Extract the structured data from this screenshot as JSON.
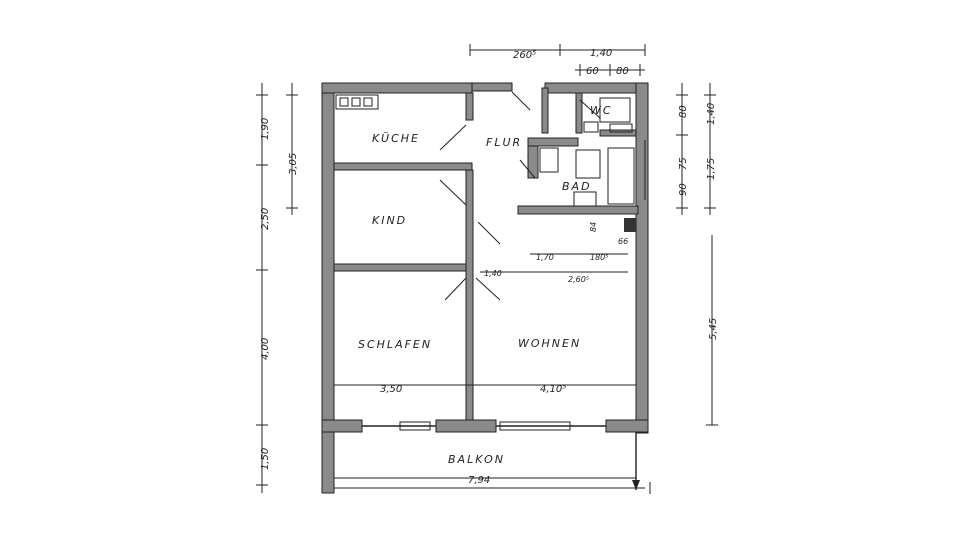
{
  "rooms": {
    "kueche": "KÜCHE",
    "flur": "FLUR",
    "wc": "WC",
    "bad": "BAD",
    "kind": "KIND",
    "schlafen": "SCHLAFEN",
    "wohnen": "WOHNEN",
    "balkon": "BALKON"
  },
  "dimensions": {
    "top_260": "260⁵",
    "top_140": "1,40",
    "top_60": "60",
    "top_80": "80",
    "left_190": "1,90",
    "left_305": "3,05",
    "left_250": "2,50",
    "left_400": "4,00",
    "left_150": "1,50",
    "right_80": "80",
    "right_140": "1,40",
    "right_90": "90",
    "right_75": "75",
    "right_175": "1,75",
    "right_545": "5,45",
    "inner_170": "1,70",
    "inner_180": "180⁵",
    "inner_140": "1,40",
    "inner_260": "2,60⁵",
    "inner_66": "66",
    "inner_84": "84",
    "bottom_350": "3,50",
    "bottom_410": "4,10⁵",
    "bottom_794": "7,94"
  }
}
